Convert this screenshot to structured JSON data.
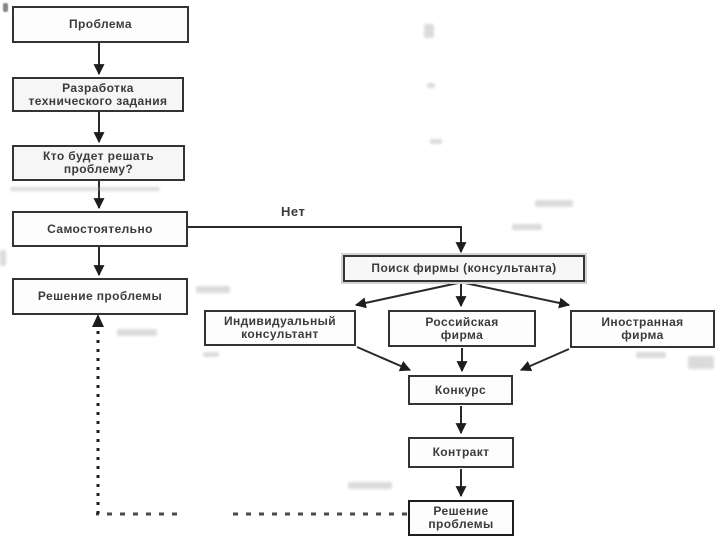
{
  "diagram": {
    "description": "flowchart",
    "nodes": {
      "problem": "Проблема",
      "techspec": "Разработка\nтехнического задания",
      "who": "Кто будет решать\nпроблему?",
      "self": "Самостоятельно",
      "solution_left": "Решение проблемы",
      "search": "Поиск фирмы (консультанта)",
      "individual": "Индивидуальный\nконсультант",
      "russian": "Российская\nфирма",
      "foreign": "Иностранная\nфирма",
      "contest": "Конкурс",
      "contract": "Контракт",
      "solution_bottom": "Решение\nпроблемы"
    },
    "edge_labels": {
      "no": "Нет"
    },
    "colors": {
      "line": "#2a2a2a",
      "border": "#333333",
      "text": "#3b3b3b",
      "background": "#ffffff"
    }
  }
}
